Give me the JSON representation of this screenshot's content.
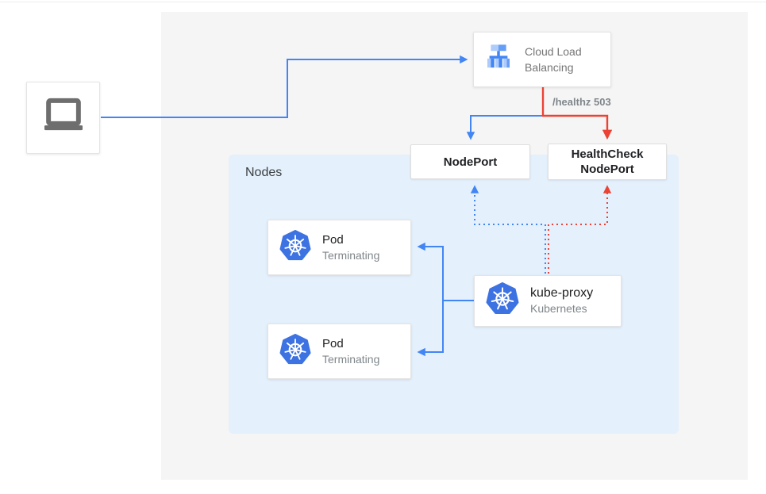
{
  "palette": {
    "blue": "#4285f4",
    "red": "#ea4335",
    "canvas_bg": "#f5f5f5",
    "nodes_bg": "#e4f0fc",
    "gray_text": "#80868b",
    "dark_text": "#202124",
    "k8s_blue": "#3c72e2"
  },
  "icons": {
    "client": "laptop-icon",
    "load_balancer": "cloud-load-balancer-icon",
    "kubernetes": "kubernetes-helm-icon"
  },
  "load_balancer": {
    "title": "Cloud Load Balancing"
  },
  "health_label": "/healthz 503",
  "nodeport": {
    "label": "NodePort"
  },
  "healthcheck_nodeport": {
    "line1": "HealthCheck",
    "line2": "NodePort"
  },
  "nodes_group": {
    "label": "Nodes"
  },
  "pods": [
    {
      "title": "Pod",
      "subtitle": "Terminating"
    },
    {
      "title": "Pod",
      "subtitle": "Terminating"
    }
  ],
  "kube_proxy": {
    "title": "kube-proxy",
    "subtitle": "Kubernetes"
  }
}
